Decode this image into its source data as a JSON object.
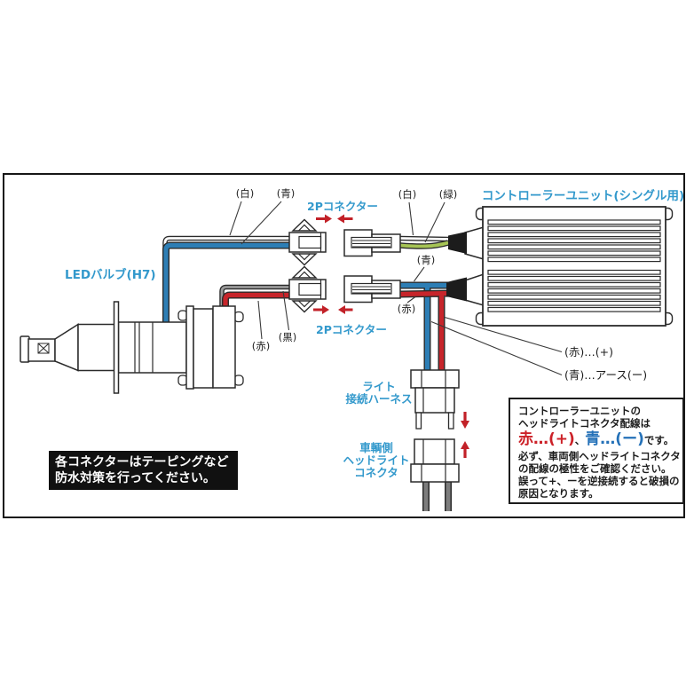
{
  "labels": {
    "led_bulb": "LEDバルブ(H7)",
    "two_p_connector_top": "2Pコネクター",
    "two_p_connector_bottom": "2Pコネクター",
    "controller_unit": "コントローラーユニット(シングル用)",
    "white_1": "(白)",
    "blue_1": "(青)",
    "white_2": "(白)",
    "green_1": "(緑)",
    "blue_2": "(青)",
    "red_2": "(赤)",
    "red_1": "(赤)",
    "black_1": "(黒)",
    "polarity_red": "(赤)…(+)",
    "polarity_blue": "(青)…アース(ー)",
    "harness_line1": "ライト",
    "harness_line2": "接続ハーネス",
    "vehicle_line1": "車輌側",
    "vehicle_line2": "ヘッドライト",
    "vehicle_line3": "コネクタ"
  },
  "warning_box": {
    "line1": "コントローラーユニットの",
    "line2": "ヘッドライトコネクタ配線は",
    "red_part": "赤…(+)",
    "comma": "、",
    "blue_part": "青…(ー)",
    "suffix": "です。",
    "line4": "必ず、車両側ヘッドライトコネクタ",
    "line5": "の配線の極性をご確認ください。",
    "line6": "誤って+、ーを逆接続すると破損の",
    "line7": "原因となります。"
  },
  "note_box": {
    "line1": "各コネクターはテーピングなど",
    "line2": "防水対策を行ってください。"
  },
  "icons": {
    "arrow_right": "→",
    "arrow_left": "←",
    "arrow_down": "↓",
    "arrow_up": "↑"
  },
  "colors": {
    "accent_blue": "#3399cc",
    "warning_red": "#cc2128",
    "warning_blue": "#2471b8",
    "wire_blue": "#2d7eb5",
    "wire_red": "#c7252b",
    "wire_green": "#a6c455",
    "wire_gray": "#9a9a9a"
  }
}
